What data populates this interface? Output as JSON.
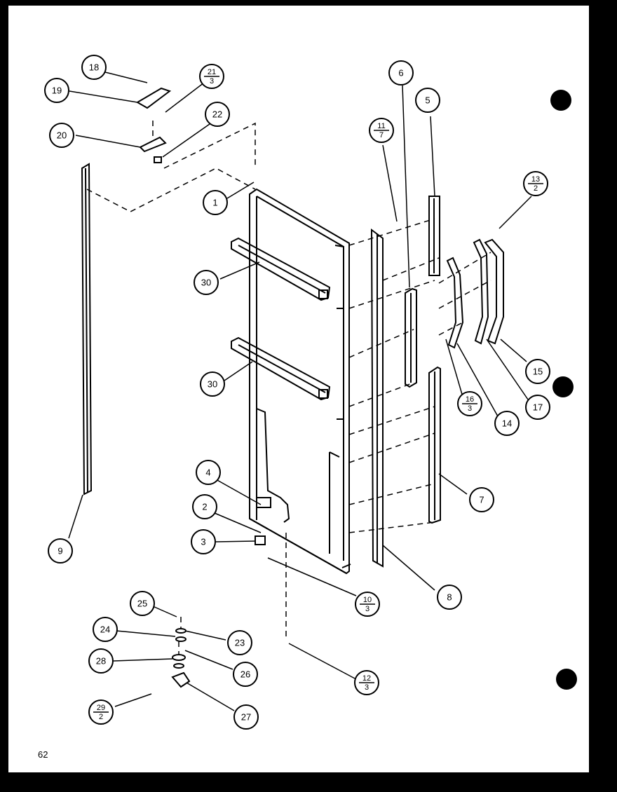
{
  "page_number": "62",
  "callouts": [
    {
      "id": "c18",
      "text": "18"
    },
    {
      "id": "c19",
      "text": "19"
    },
    {
      "id": "c21",
      "num": "21",
      "den": "3"
    },
    {
      "id": "c22",
      "text": "22"
    },
    {
      "id": "c20",
      "text": "20"
    },
    {
      "id": "c1",
      "text": "1"
    },
    {
      "id": "c30a",
      "text": "30"
    },
    {
      "id": "c30b",
      "text": "30"
    },
    {
      "id": "c6",
      "text": "6"
    },
    {
      "id": "c5",
      "text": "5"
    },
    {
      "id": "c11",
      "num": "11",
      "den": "7"
    },
    {
      "id": "c13",
      "num": "13",
      "den": "2"
    },
    {
      "id": "c15",
      "text": "15"
    },
    {
      "id": "c17",
      "text": "17"
    },
    {
      "id": "c16",
      "num": "16",
      "den": "3"
    },
    {
      "id": "c14",
      "text": "14"
    },
    {
      "id": "c7",
      "text": "7"
    },
    {
      "id": "c8",
      "text": "8"
    },
    {
      "id": "c4",
      "text": "4"
    },
    {
      "id": "c2",
      "text": "2"
    },
    {
      "id": "c3",
      "text": "3"
    },
    {
      "id": "c10",
      "num": "10",
      "den": "3"
    },
    {
      "id": "c9",
      "text": "9"
    },
    {
      "id": "c25",
      "text": "25"
    },
    {
      "id": "c24",
      "text": "24"
    },
    {
      "id": "c23",
      "text": "23"
    },
    {
      "id": "c28",
      "text": "28"
    },
    {
      "id": "c26",
      "text": "26"
    },
    {
      "id": "c29",
      "num": "29",
      "den": "2"
    },
    {
      "id": "c27",
      "text": "27"
    },
    {
      "id": "c12",
      "num": "12",
      "den": "3"
    }
  ]
}
